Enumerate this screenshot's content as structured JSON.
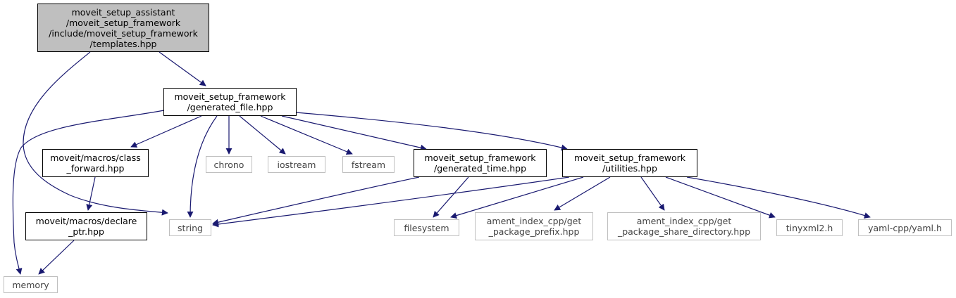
{
  "colors": {
    "edge": "#191970",
    "root_fill": "#bfbfbf",
    "src_border": "#000000",
    "sys_border": "#bfbfbf"
  },
  "nodes": {
    "root": {
      "lines": [
        "moveit_setup_assistant",
        "/moveit_setup_framework",
        "/include/moveit_setup_framework",
        "/templates.hpp"
      ]
    },
    "generated_file": {
      "lines": [
        "moveit_setup_framework",
        "/generated_file.hpp"
      ]
    },
    "class_forward": {
      "lines": [
        "moveit/macros/class",
        "_forward.hpp"
      ]
    },
    "chrono": {
      "lines": [
        "chrono"
      ]
    },
    "iostream": {
      "lines": [
        "iostream"
      ]
    },
    "fstream": {
      "lines": [
        "fstream"
      ]
    },
    "generated_time": {
      "lines": [
        "moveit_setup_framework",
        "/generated_time.hpp"
      ]
    },
    "utilities": {
      "lines": [
        "moveit_setup_framework",
        "/utilities.hpp"
      ]
    },
    "declare_ptr": {
      "lines": [
        "moveit/macros/declare",
        "_ptr.hpp"
      ]
    },
    "string": {
      "lines": [
        "string"
      ]
    },
    "filesystem": {
      "lines": [
        "filesystem"
      ]
    },
    "get_package_prefix": {
      "lines": [
        "ament_index_cpp/get",
        "_package_prefix.hpp"
      ]
    },
    "get_package_share_directory": {
      "lines": [
        "ament_index_cpp/get",
        "_package_share_directory.hpp"
      ]
    },
    "tinyxml2": {
      "lines": [
        "tinyxml2.h"
      ]
    },
    "yaml": {
      "lines": [
        "yaml-cpp/yaml.h"
      ]
    },
    "memory": {
      "lines": [
        "memory"
      ]
    }
  },
  "edges": [
    {
      "from": "root",
      "to": "generated_file"
    },
    {
      "from": "root",
      "to": "string"
    },
    {
      "from": "generated_file",
      "to": "memory"
    },
    {
      "from": "generated_file",
      "to": "class_forward"
    },
    {
      "from": "generated_file",
      "to": "string"
    },
    {
      "from": "generated_file",
      "to": "chrono"
    },
    {
      "from": "generated_file",
      "to": "iostream"
    },
    {
      "from": "generated_file",
      "to": "fstream"
    },
    {
      "from": "generated_file",
      "to": "generated_time"
    },
    {
      "from": "generated_file",
      "to": "utilities"
    },
    {
      "from": "class_forward",
      "to": "declare_ptr"
    },
    {
      "from": "declare_ptr",
      "to": "memory"
    },
    {
      "from": "generated_time",
      "to": "string"
    },
    {
      "from": "generated_time",
      "to": "filesystem"
    },
    {
      "from": "utilities",
      "to": "string"
    },
    {
      "from": "utilities",
      "to": "filesystem"
    },
    {
      "from": "utilities",
      "to": "get_package_prefix"
    },
    {
      "from": "utilities",
      "to": "get_package_share_directory"
    },
    {
      "from": "utilities",
      "to": "tinyxml2"
    },
    {
      "from": "utilities",
      "to": "yaml"
    }
  ]
}
